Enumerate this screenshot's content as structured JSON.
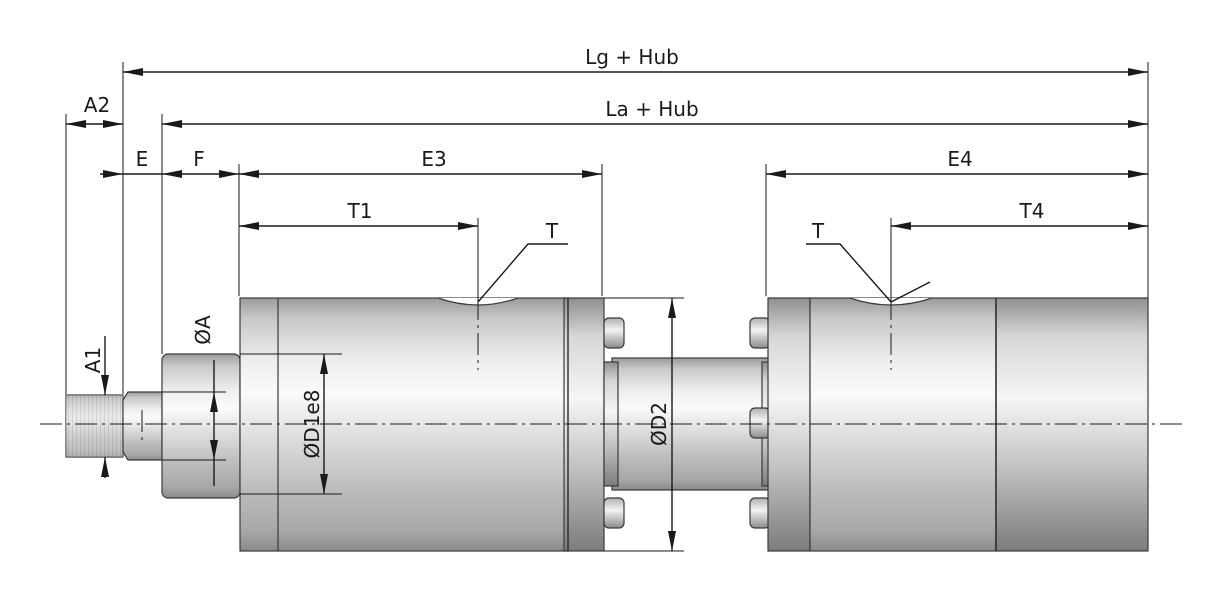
{
  "labels": {
    "lg_hub": "Lg + Hub",
    "la_hub": "La + Hub",
    "a2": "A2",
    "e": "E",
    "f": "F",
    "e3": "E3",
    "e4": "E4",
    "t1": "T1",
    "t4": "T4",
    "t_left": "T",
    "t_right": "T",
    "a1": "A1",
    "dia_a": "ØA",
    "dia_d1": "ØD1e8",
    "dia_d2": "ØD2"
  },
  "colors": {
    "line": "#1a1a1a",
    "metal_light": "#f4f4f4",
    "metal_mid": "#cfcfcf",
    "metal_dark": "#8a8a8a"
  }
}
